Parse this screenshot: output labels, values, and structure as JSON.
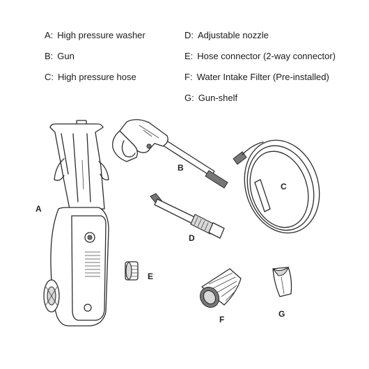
{
  "legend": {
    "items": [
      {
        "key": "A:",
        "text": "High pressure washer"
      },
      {
        "key": "B:",
        "text": "Gun"
      },
      {
        "key": "C:",
        "text": "High pressure hose"
      },
      {
        "key": "D:",
        "text": "Adjustable nozzle"
      },
      {
        "key": "E:",
        "text": "Hose connector (2-way connector)"
      },
      {
        "key": "F:",
        "text": "Water Intake Filter (Pre-installed)"
      },
      {
        "key": "G:",
        "text": "Gun-shelf"
      }
    ]
  },
  "labels": {
    "a": "A",
    "b": "B",
    "c": "C",
    "d": "D",
    "e": "E",
    "f": "F",
    "g": "G"
  }
}
